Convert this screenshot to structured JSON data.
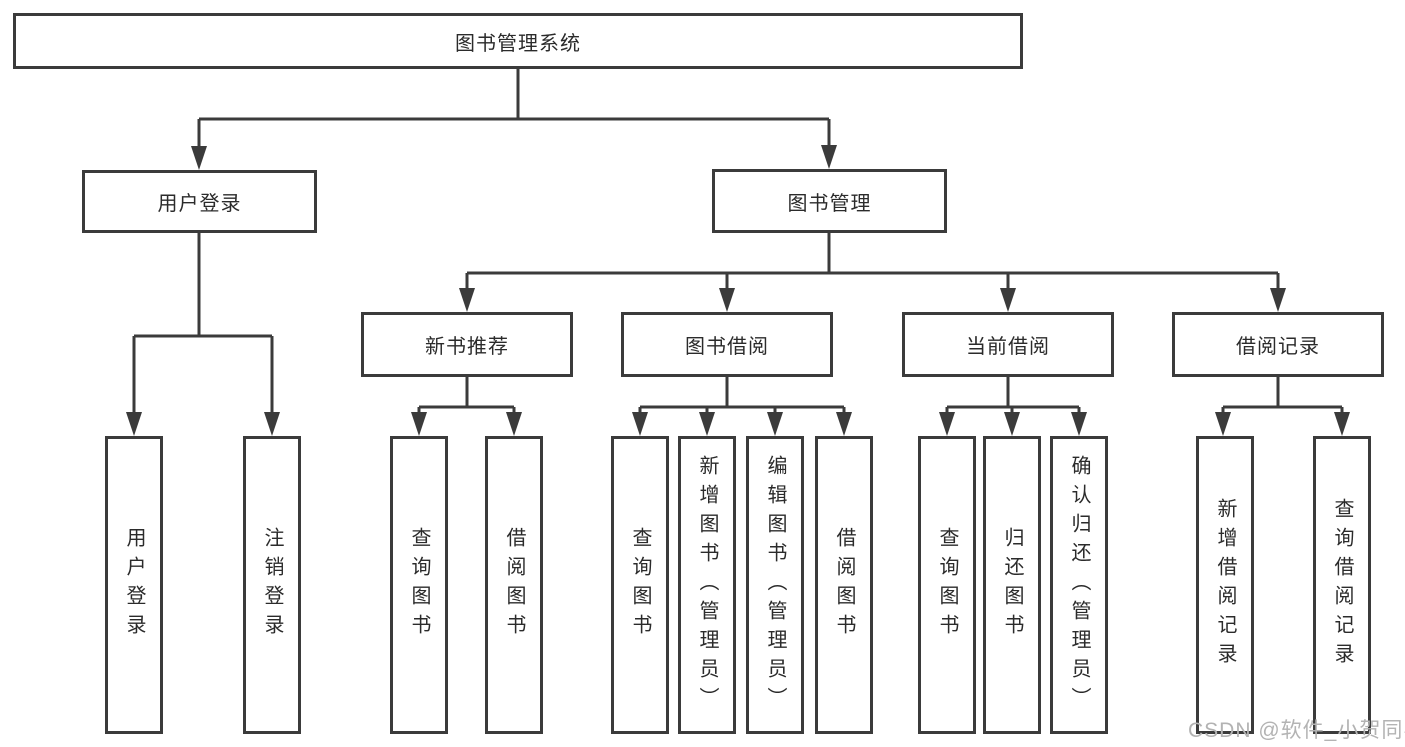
{
  "tree": {
    "root": {
      "label": "图书管理系统"
    },
    "level2": [
      {
        "label": "用户登录",
        "children": [
          {
            "label": "用户登录"
          },
          {
            "label": "注销登录"
          }
        ]
      },
      {
        "label": "图书管理",
        "children": [
          {
            "label": "新书推荐",
            "children": [
              {
                "label": "查询图书"
              },
              {
                "label": "借阅图书"
              }
            ]
          },
          {
            "label": "图书借阅",
            "children": [
              {
                "label": "查询图书"
              },
              {
                "label": "新增图书（管理员）"
              },
              {
                "label": "编辑图书（管理员）"
              },
              {
                "label": "借阅图书"
              }
            ]
          },
          {
            "label": "当前借阅",
            "children": [
              {
                "label": "查询图书"
              },
              {
                "label": "归还图书"
              },
              {
                "label": "确认归还（管理员）"
              }
            ]
          },
          {
            "label": "借阅记录",
            "children": [
              {
                "label": "新增借阅记录"
              },
              {
                "label": "查询借阅记录"
              }
            ]
          }
        ]
      }
    ]
  },
  "watermark": "CSDN @软件_小贺同学",
  "colors": {
    "line": "#3b3b3b",
    "text": "#2b2b2b",
    "watermark": "#b3b3b3",
    "background": "#ffffff"
  }
}
